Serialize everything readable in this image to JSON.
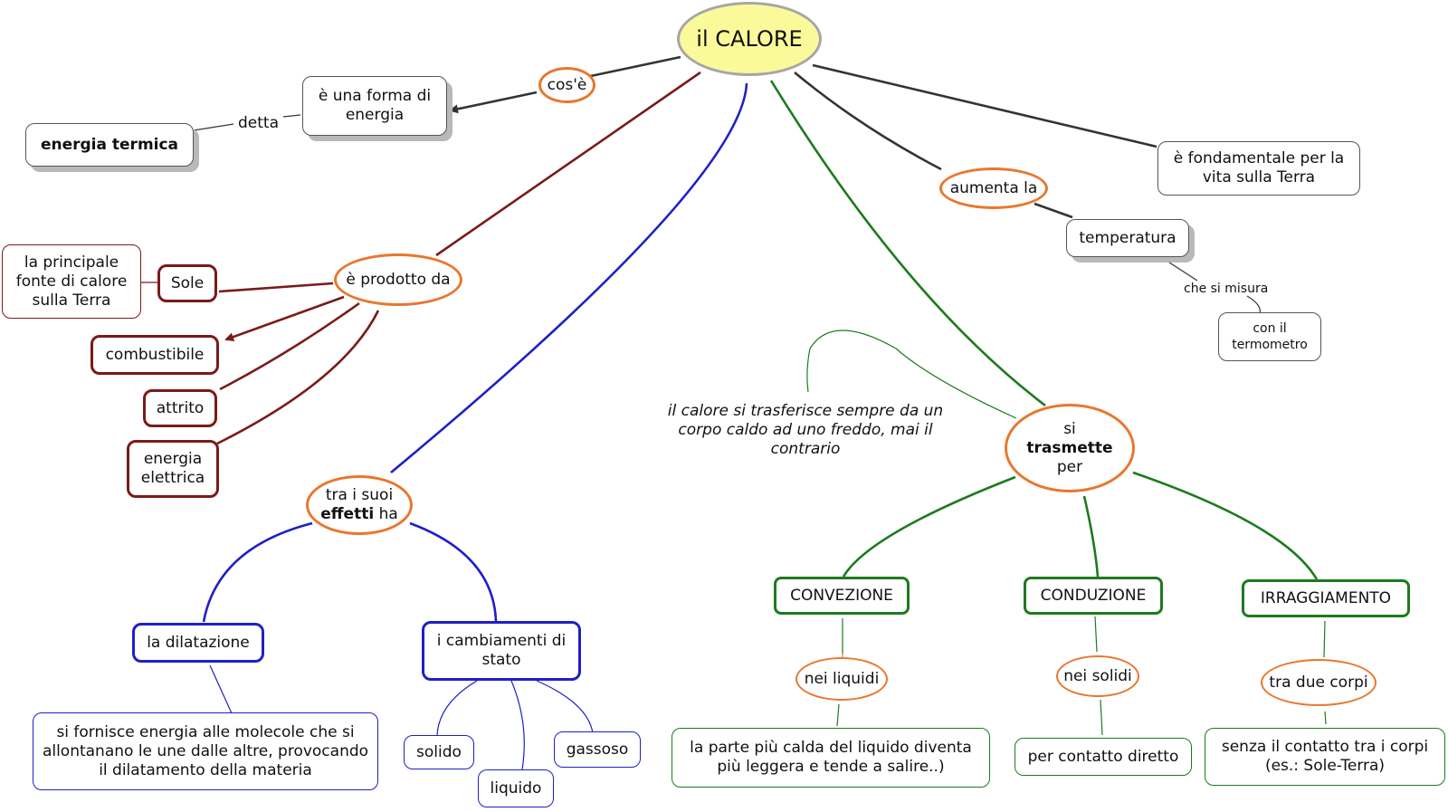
{
  "root": {
    "label": "il CALORE"
  },
  "link_labels": {
    "cose": "cos'è",
    "detta": "detta",
    "prodotto": "è prodotto da",
    "aumenta": "aumenta la",
    "si_misura": "che si misura",
    "effetti_pre": "tra i suoi",
    "effetti_bold": "effetti",
    "effetti_post": "ha",
    "trasmette_pre": "si",
    "trasmette_bold": "trasmette",
    "trasmette_post": "per",
    "nei_liquidi": "nei liquidi",
    "nei_solidi": "nei solidi",
    "tra_due_corpi": "tra due corpi"
  },
  "concepts": {
    "forma_energia": "è una forma di energia",
    "energia_termica": "energia termica",
    "fondamentale": "è fondamentale per la vita sulla Terra",
    "temperatura": "temperatura",
    "termometro": "con il termometro",
    "principale_fonte": "la principale fonte di calore sulla Terra",
    "sole": "Sole",
    "combustibile": "combustibile",
    "attrito": "attrito",
    "energia_elettrica": "energia elettrica",
    "dilatazione": "la dilatazione",
    "cambiamenti": "i cambiamenti di stato",
    "dilatazione_desc": "si fornisce energia alle molecole che si allontanano le une dalle altre, provocando il dilatamento della materia",
    "solido": "solido",
    "liquido": "liquido",
    "gassoso": "gassoso",
    "convezione": "CONVEZIONE",
    "conduzione": "CONDUZIONE",
    "irraggiamento": "IRRAGGIAMENTO",
    "convezione_desc": "la parte più calda del liquido diventa più leggera e tende a salire..)",
    "conduzione_desc": "per contatto diretto",
    "irraggiamento_desc": "senza il contatto tra i corpi (es.: Sole-Terra)"
  },
  "note": "il calore si trasferisce sempre da un corpo caldo ad uno freddo, mai il contrario",
  "colors": {
    "root_fill": "#fbfa9a",
    "root_border": "#a6a6a6",
    "link_ellipse": "#e8772e",
    "dark_red": "#7a1a1a",
    "blue": "#1f1fc8",
    "green": "#1e7a1e",
    "gray_line": "#333333"
  }
}
